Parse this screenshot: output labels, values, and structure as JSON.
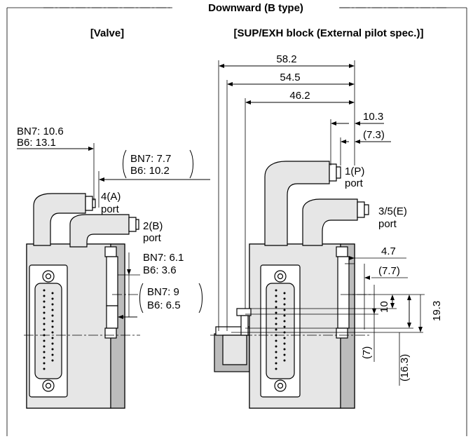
{
  "title": "Downward (B type)",
  "sections": {
    "valve": "[Valve]",
    "block": "[SUP/EXH block (External pilot spec.)]"
  },
  "valve_dims": {
    "bn7_10_6": "BN7: 10.6",
    "b6_13_1": "B6: 13.1",
    "bn7_7_7": "BN7: 7.7",
    "b6_10_2": "B6: 10.2",
    "port_4a": "4(A)",
    "port_4a_word": "port",
    "port_2b": "2(B)",
    "port_2b_word": "port",
    "bn7_6_1": "BN7: 6.1",
    "b6_3_6": "B6: 3.6",
    "bn7_9": "BN7: 9",
    "b6_6_5": "B6: 6.5"
  },
  "block_dims": {
    "d58_2": "58.2",
    "d54_5": "54.5",
    "d46_2": "46.2",
    "d10_3": "10.3",
    "d7_3": "(7.3)",
    "port_1p": "1(P)",
    "port_1p_word": "port",
    "port_35e": "3/5(E)",
    "port_35e_word": "port",
    "d4_7": "4.7",
    "d7_7": "(7.7)",
    "d10": "10",
    "d19_3": "19.3",
    "d7": "(7)",
    "d16_3": "(16.3)"
  }
}
